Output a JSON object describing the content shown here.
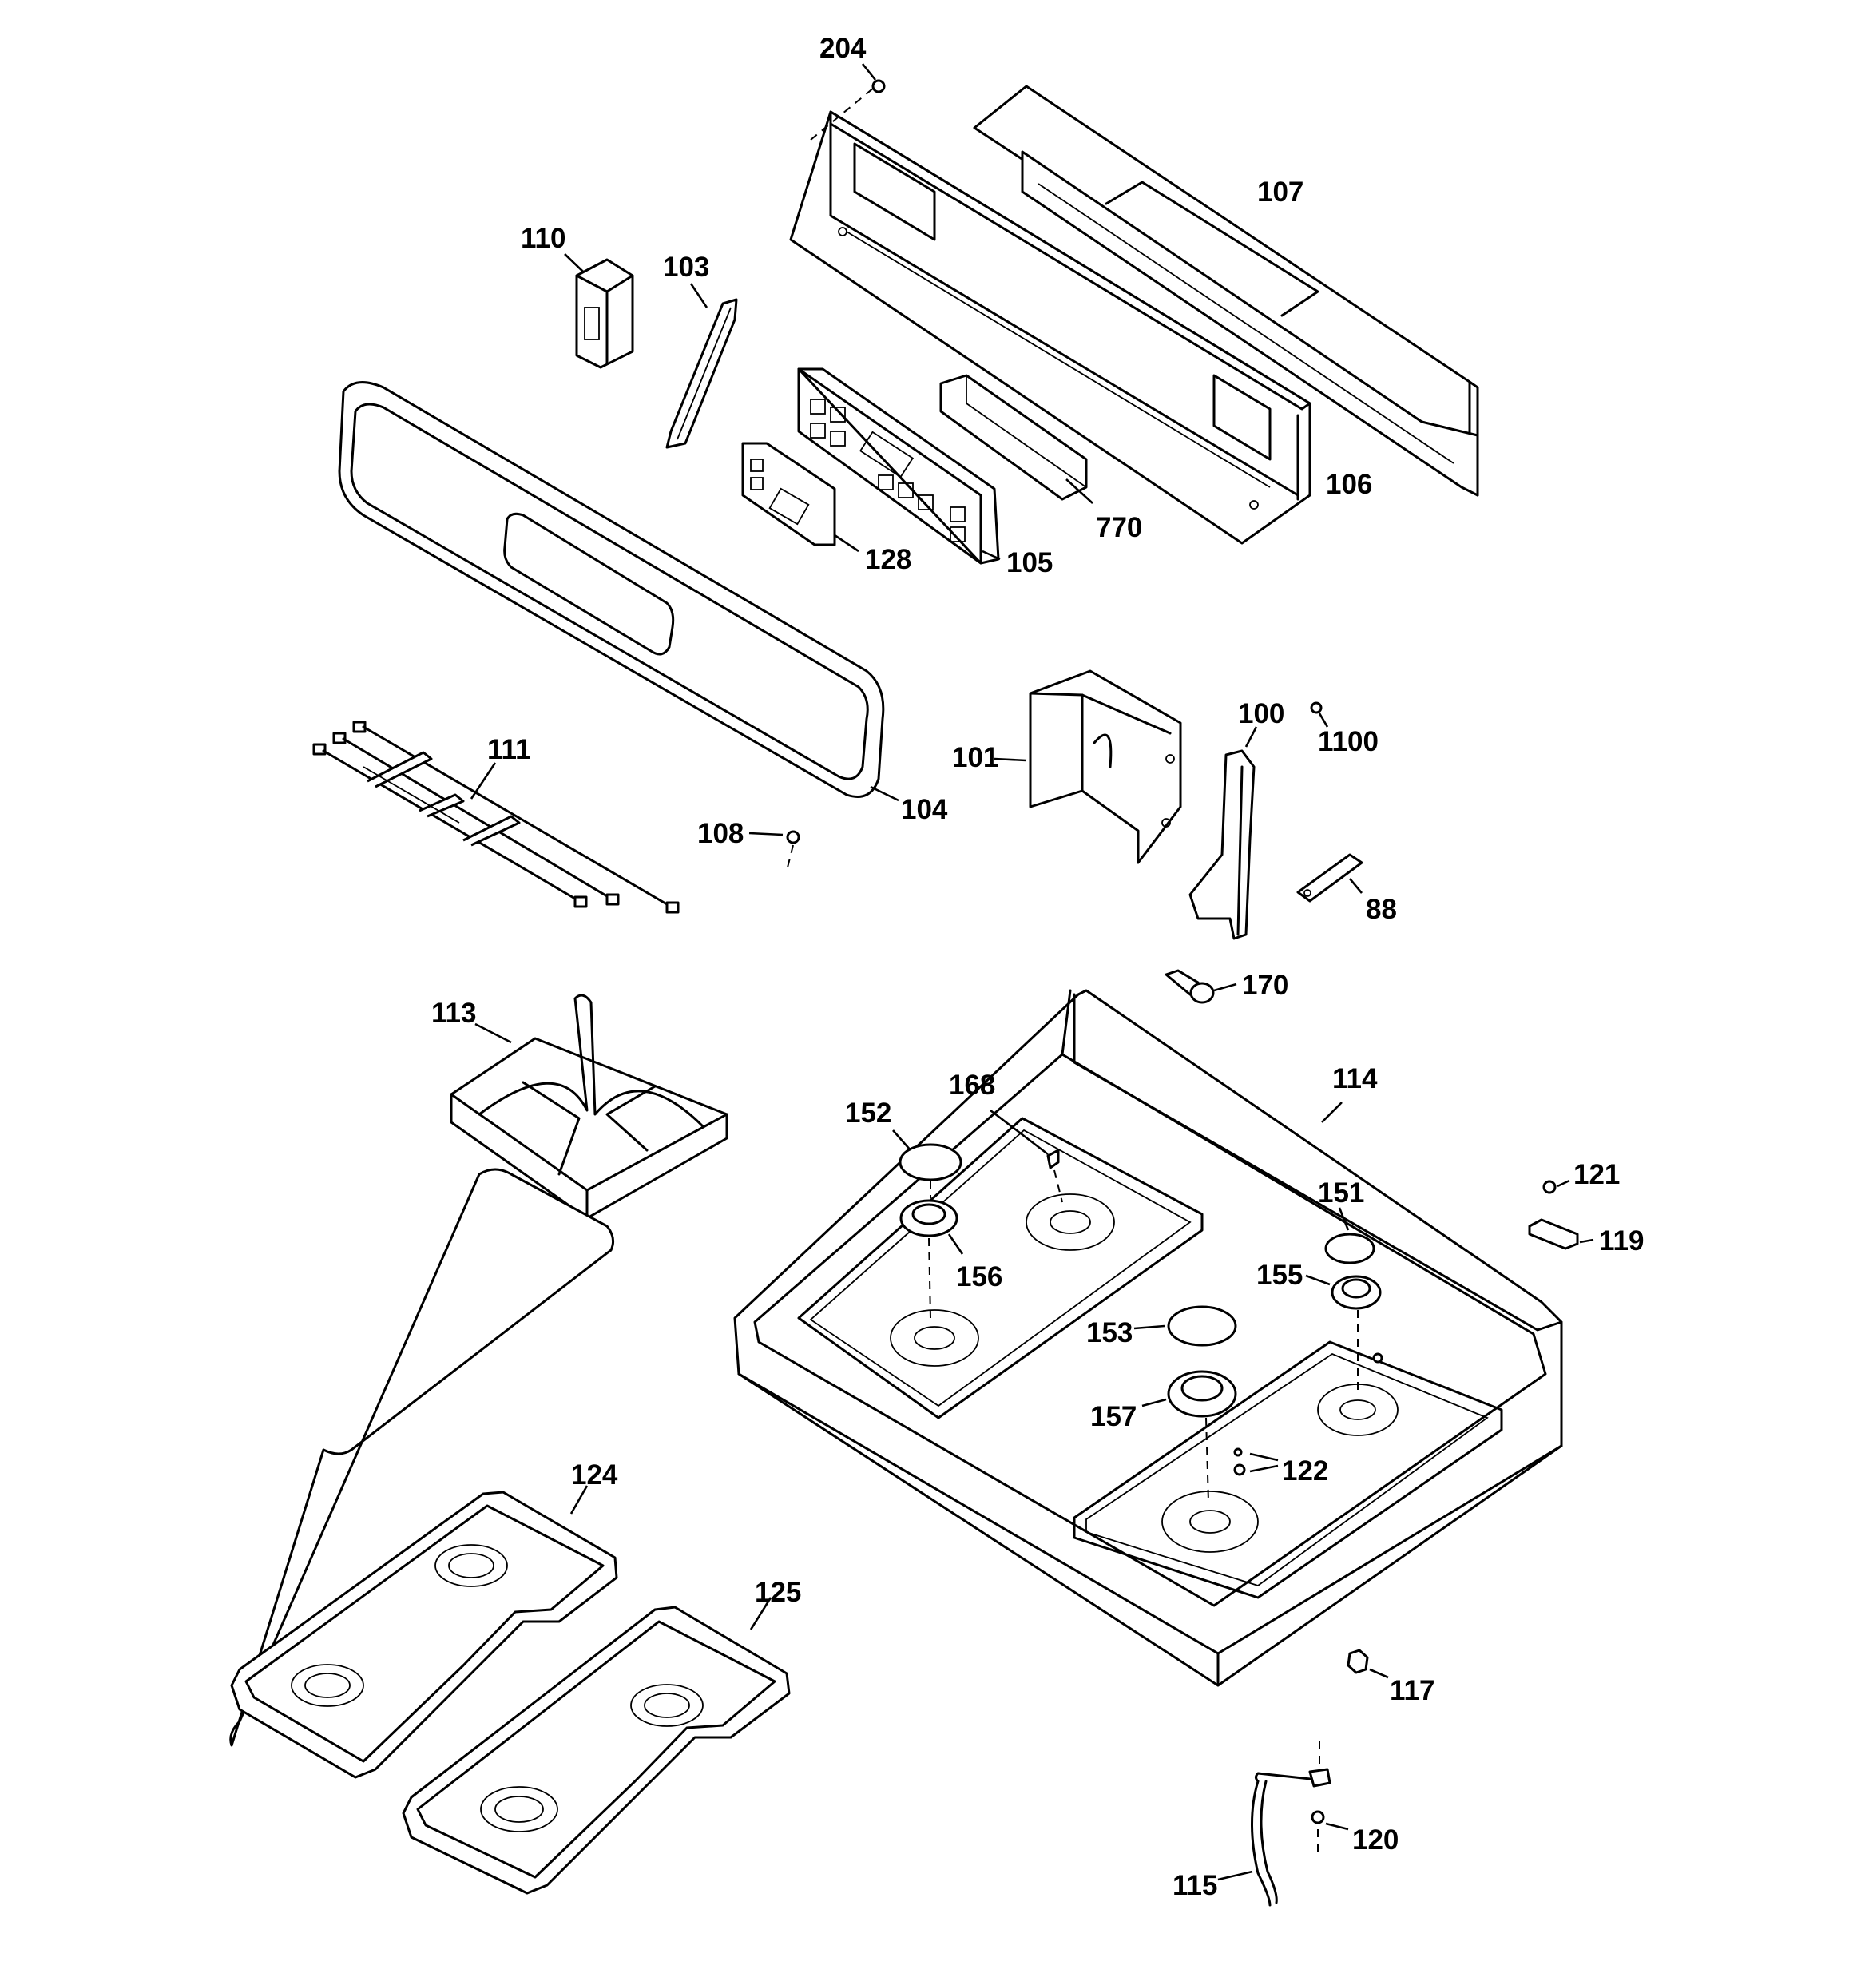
{
  "labels": {
    "p204": "204",
    "p107": "107",
    "p110": "110",
    "p103": "103",
    "p106": "106",
    "p770": "770",
    "p128": "128",
    "p105": "105",
    "p111": "111",
    "p104": "104",
    "p108": "108",
    "p101": "101",
    "p100": "100",
    "p1100": "1100",
    "p88": "88",
    "p170": "170",
    "p113": "113",
    "p168": "168",
    "p152": "152",
    "p114": "114",
    "p121": "121",
    "p151": "151",
    "p119": "119",
    "p156": "156",
    "p155": "155",
    "p153": "153",
    "p157": "157",
    "p122": "122",
    "p124": "124",
    "p125": "125",
    "p117": "117",
    "p120": "120",
    "p115": "115"
  }
}
